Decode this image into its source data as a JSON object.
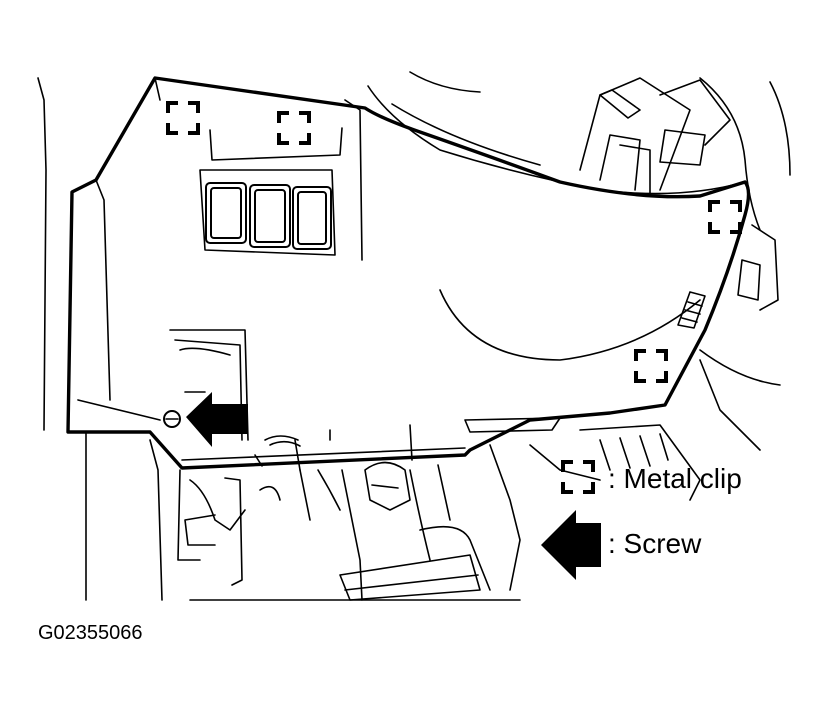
{
  "legend": {
    "metal_clip_label": ": Metal clip",
    "screw_label": ": Screw"
  },
  "figure_code": "G02355066",
  "colors": {
    "ink": "#000000",
    "paper": "#ffffff"
  },
  "icons": {
    "metal_clip": "dashed-square-bracket-icon",
    "screw": "black-arrow-icon"
  }
}
